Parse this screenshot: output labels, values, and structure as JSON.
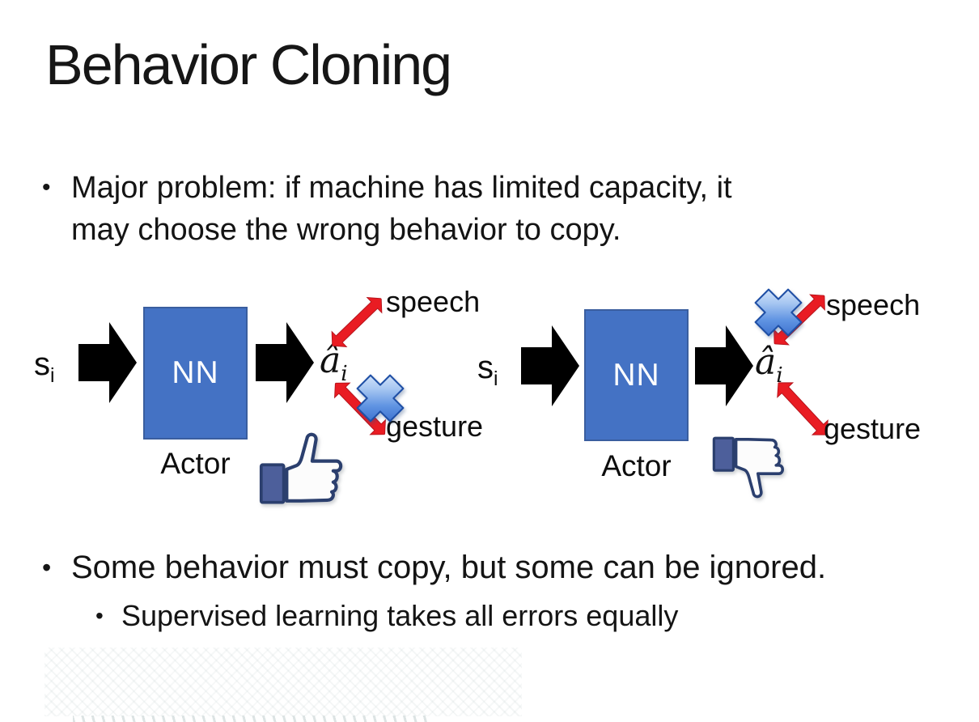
{
  "slide": {
    "title": "Behavior Cloning",
    "bullets": {
      "major_problem": {
        "marker": "•",
        "lines": [
          "Major problem: if machine has limited capacity, it",
          "may choose the wrong behavior to copy."
        ]
      },
      "some_behavior": {
        "marker": "•",
        "text": "Some behavior must copy, but some can be ignored."
      },
      "supervised": {
        "marker": "•",
        "text": "Supervised learning takes all errors equally"
      }
    }
  },
  "diagram_left": {
    "input_label": "s",
    "input_sub": "i",
    "nn_label": "NN",
    "output_label": "â",
    "output_sub": "i",
    "speech_label": "speech",
    "gesture_label": "gesture",
    "actor_label": "Actor",
    "crossed_out": "gesture",
    "feedback_icon": "thumbs-up"
  },
  "diagram_right": {
    "input_label": "s",
    "input_sub": "i",
    "nn_label": "NN",
    "output_label": "â",
    "output_sub": "i",
    "speech_label": "speech",
    "gesture_label": "gesture",
    "actor_label": "Actor",
    "crossed_out": "speech",
    "feedback_icon": "thumbs-down"
  },
  "colors": {
    "nn_box": "#4472C4",
    "nn_border": "#3A5E9F",
    "arrow_black": "#000000",
    "arrow_red": "#E91C23",
    "cross_blue_dark": "#2A5FC4",
    "cross_blue_light": "#EEF5FE",
    "cross_outline": "#1F4FA5",
    "thumb_outline": "#2B3F6E",
    "thumb_cuff": "#4D5F9B",
    "thumb_fill": "#FCFCFC",
    "text": "#141414"
  }
}
